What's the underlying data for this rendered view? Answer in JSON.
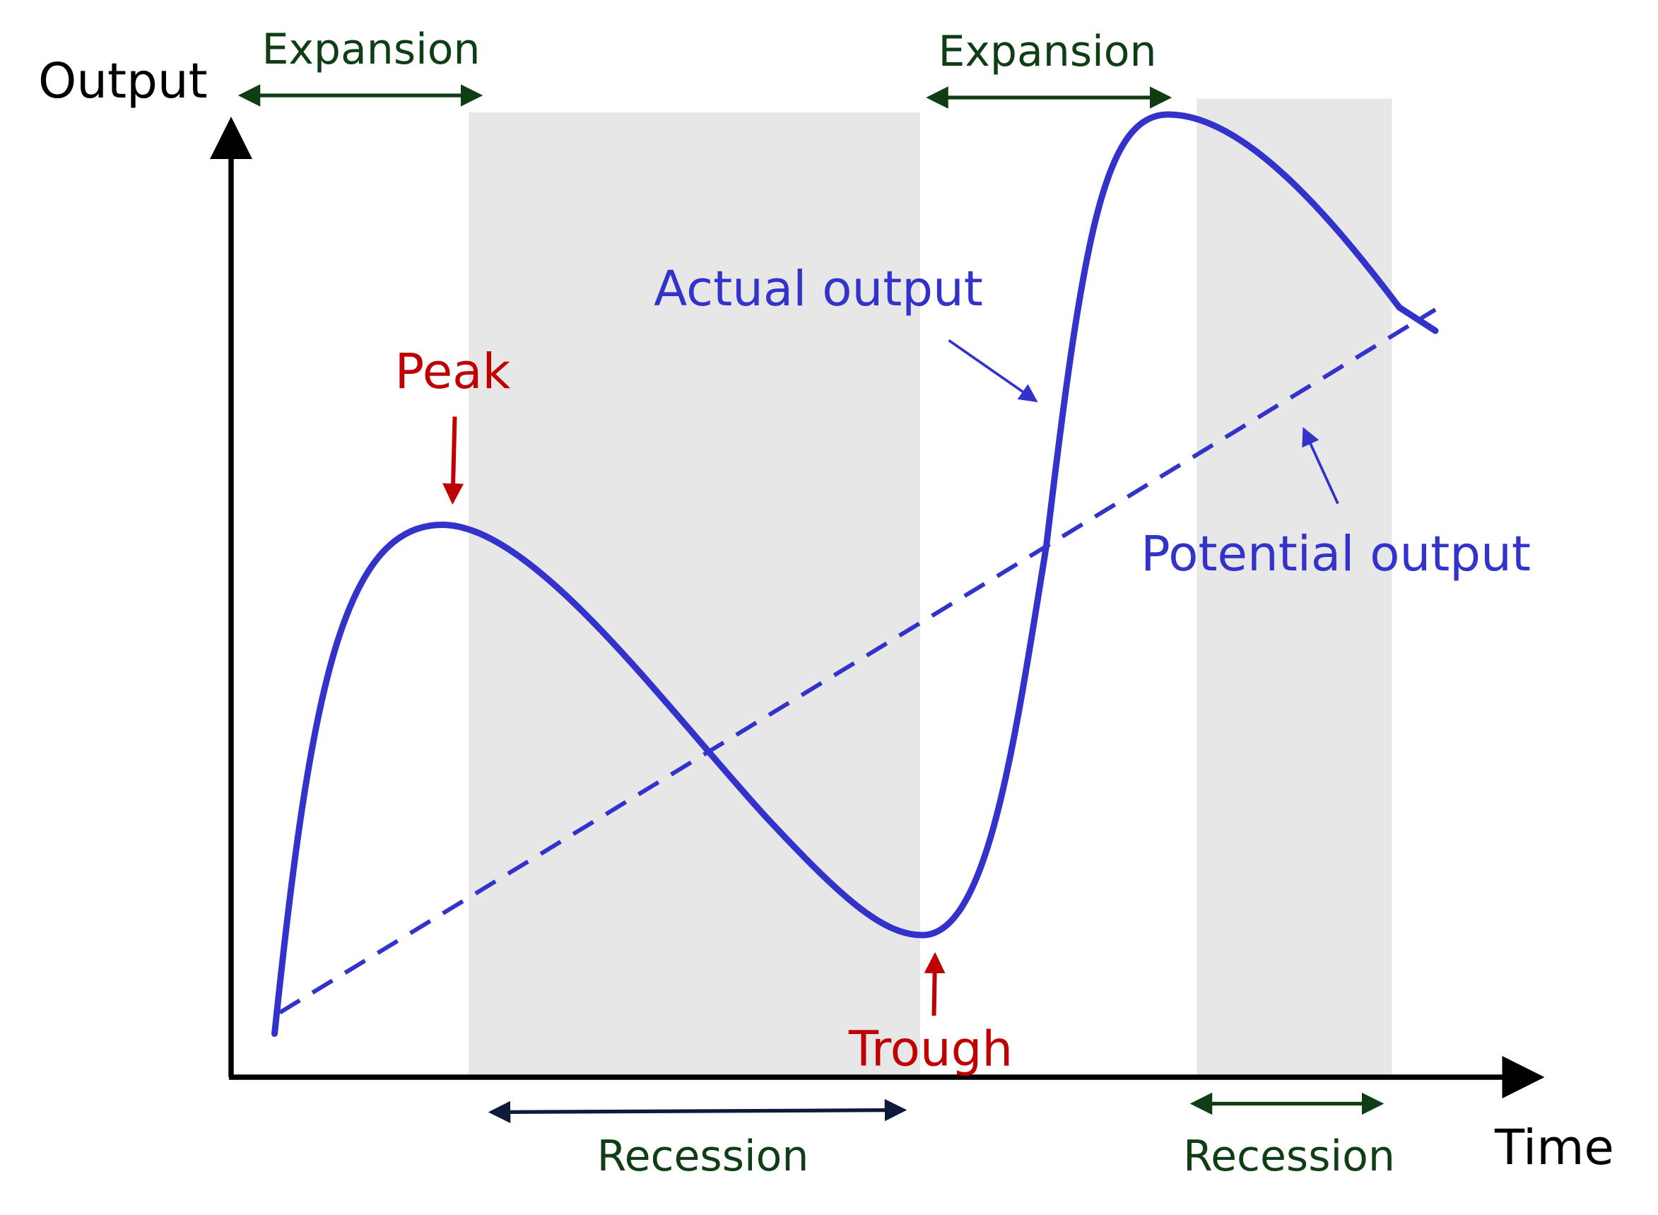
{
  "axes": {
    "y_label": "Output",
    "x_label": "Time"
  },
  "phases": {
    "expansion_1": "Expansion",
    "expansion_2": "Expansion",
    "recession_1": "Recession",
    "recession_2": "Recession"
  },
  "annotations": {
    "peak": "Peak",
    "trough": "Trough",
    "actual_output": "Actual output",
    "potential_output": "Potential output"
  },
  "colors": {
    "curve": "#3333cc",
    "phase_label": "#0f3d14",
    "turning_point": "#c00000",
    "recession_shade": "#e7e7e7",
    "axis": "#000000"
  }
}
